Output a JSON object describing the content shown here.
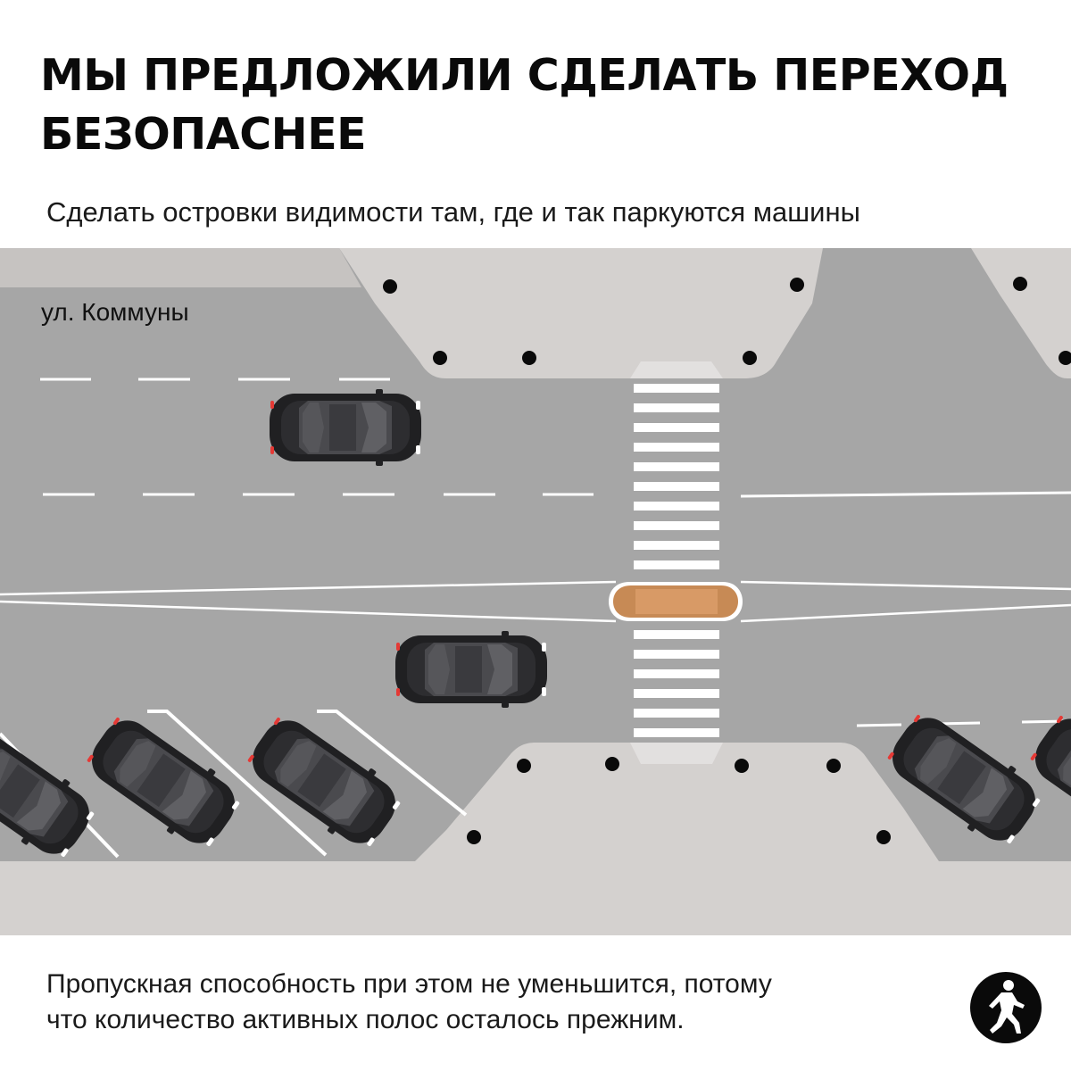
{
  "title": {
    "line1": "МЫ ПРЕДЛОЖИЛИ СДЕЛАТЬ ПЕРЕХОД",
    "line2": "БЕЗОПАСНЕЕ"
  },
  "subtitle": "Сделать островки видимости там, где и так паркуются машины",
  "diagram": {
    "street_label": "ул. Коммуны",
    "colors": {
      "asphalt": "#a6a6a6",
      "sidewalk": "#d4d1cf",
      "bollard": "#0a0a0a",
      "car_body": "#232325",
      "refuge_island": "#c78a55",
      "marking": "#ffffff"
    }
  },
  "caption": {
    "line1": "Пропускная способность при этом не уменьшится, потому",
    "line2": "что количество активных полос осталось прежним."
  },
  "logo": {
    "icon": "pedestrian-runner-icon"
  }
}
